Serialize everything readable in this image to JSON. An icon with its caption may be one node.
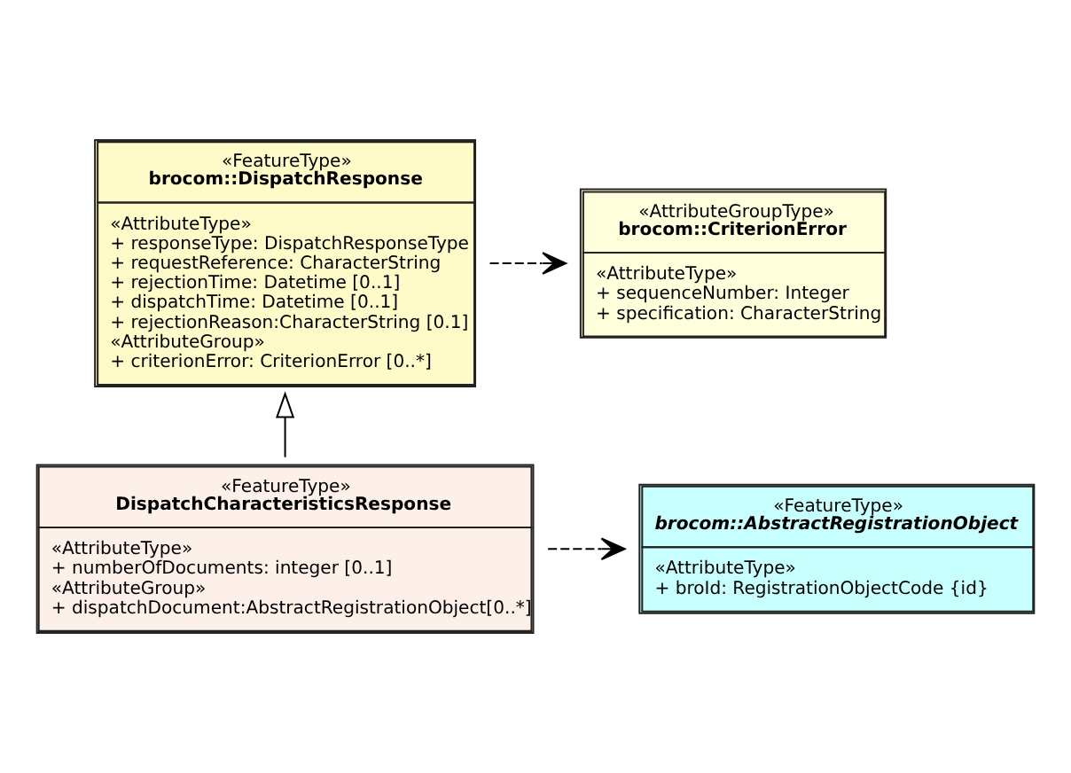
{
  "diagram": {
    "nodes": [
      {
        "text": [
          "«FeatureType»",
          "brocom::DispatchResponse",
          "«AttributeType»",
          "+ responseType: DispatchResponseType",
          "+ requestReference: CharacterString",
          "+ rejectionTime: Datetime [0..1]",
          "+ dispatchTime: Datetime [0..1]",
          "+ rejectionReason:CharacterString [0.1]",
          "«AttributeGroup»",
          "+ criterionError: CriterionError [0..*]"
        ]
      },
      {
        "text": [
          "«FeatureType»",
          "DispatchCharacteristicsResponse",
          "«AttributeType»",
          "+ numberOfDocuments: integer [0..1]",
          "«AttributeGroup»",
          "+ dispatchDocument:AbstractRegistrationObject[0..*]"
        ]
      },
      {
        "text": [
          "«AttributeGroupType»",
          "brocom::CriterionError",
          "«AttributeType»",
          "+ sequenceNumber: Integer",
          "+ specification: CharacterString"
        ]
      },
      {
        "text": [
          "«FeatureType»",
          "brocom::AbstractRegistrationObject",
          "«AttributeType»",
          "+ broId: RegistrationObjectCode {id}"
        ]
      }
    ],
    "edges": [
      {
        "from": 0,
        "to": 2,
        "arrow": "to",
        "style": "dashed"
      },
      {
        "from": 1,
        "to": 0,
        "arrow": "to"
      },
      {
        "from": 1,
        "to": 3,
        "arrow": "to",
        "style": "dashed"
      }
    ]
  }
}
